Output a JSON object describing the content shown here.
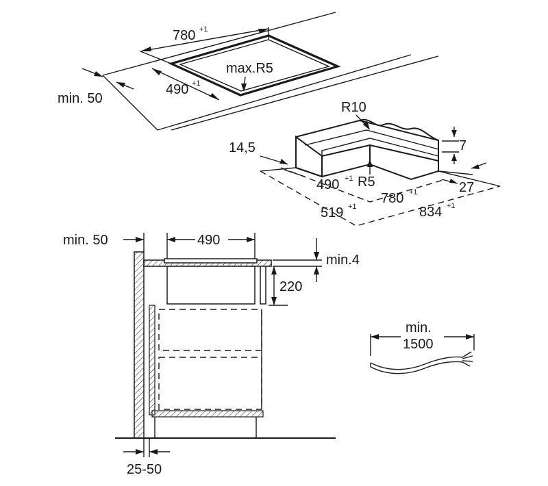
{
  "cutout": {
    "width_label": "780",
    "width_tol": "+1",
    "depth_label": "490",
    "depth_tol": "+1",
    "corner_label": "max.R5",
    "edge_label": "min. 50"
  },
  "frame": {
    "r10_label": "R10",
    "r5_label": "R5",
    "offset_label": "14,5",
    "height_label": "7",
    "side_label": "27",
    "depth_label": "490",
    "depth_tol": "+1",
    "width_label": "780",
    "width_tol": "+1",
    "outer_depth_label": "519",
    "outer_depth_tol": "+1",
    "outer_width_label": "834",
    "outer_width_tol": "+1"
  },
  "section": {
    "edge_label": "min. 50",
    "width_label": "490",
    "gap_label": "min.4",
    "height_label": "220",
    "wall_label": "25-50"
  },
  "cable": {
    "label_line1": "min.",
    "label_line2": "1500"
  }
}
